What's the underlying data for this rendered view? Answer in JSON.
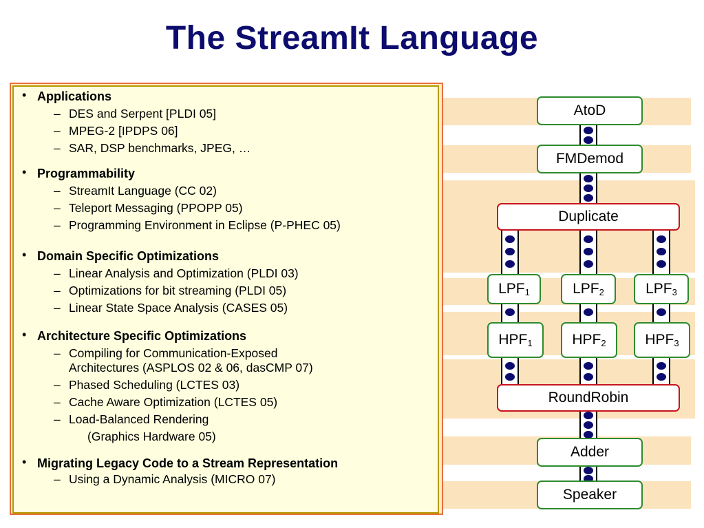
{
  "title": "The StreamIt Language",
  "sections": [
    {
      "head": "Applications",
      "items": [
        "DES and Serpent [PLDI 05]",
        "MPEG-2 [IPDPS 06]",
        "SAR, DSP benchmarks, JPEG, …"
      ]
    },
    {
      "head": "Programmability",
      "items": [
        "StreamIt Language (CC 02)",
        "Teleport Messaging (PPOPP 05)",
        "Programming Environment in Eclipse (P-PHEC 05)"
      ]
    },
    {
      "head": "Domain Specific Optimizations",
      "items": [
        "Linear Analysis and Optimization (PLDI 03)",
        "Optimizations for bit streaming (PLDI 05)",
        "Linear State Space Analysis (CASES 05)"
      ]
    },
    {
      "head": "Architecture Specific Optimizations",
      "items": [
        "Compiling for Communication-Exposed",
        "Architectures (ASPLOS 02 & 06, dasCMP 07)",
        "Phased Scheduling (LCTES 03)",
        "Cache Aware Optimization (LCTES 05)",
        "Load-Balanced Rendering",
        "(Graphics Hardware 05)"
      ]
    },
    {
      "head": "Migrating Legacy Code to a Stream Representation",
      "items": [
        "Using a Dynamic Analysis (MICRO 07)"
      ]
    }
  ],
  "diagram": {
    "atod": "AtoD",
    "fmdemod": "FMDemod",
    "duplicate": "Duplicate",
    "lpf": [
      "LPF",
      "LPF",
      "LPF"
    ],
    "lpf_sub": [
      "1",
      "2",
      "3"
    ],
    "hpf": [
      "HPF",
      "HPF",
      "HPF"
    ],
    "hpf_sub": [
      "1",
      "2",
      "3"
    ],
    "roundrobin": "RoundRobin",
    "adder": "Adder",
    "speaker": "Speaker"
  },
  "colors": {
    "title": "#0c0c6e",
    "stripe": "#fbe3bd",
    "panel": "#ffffe0",
    "filter_border": "#2e8b2e",
    "splitter_border": "#c8141e",
    "channel_dot": "#0c0c6e"
  }
}
